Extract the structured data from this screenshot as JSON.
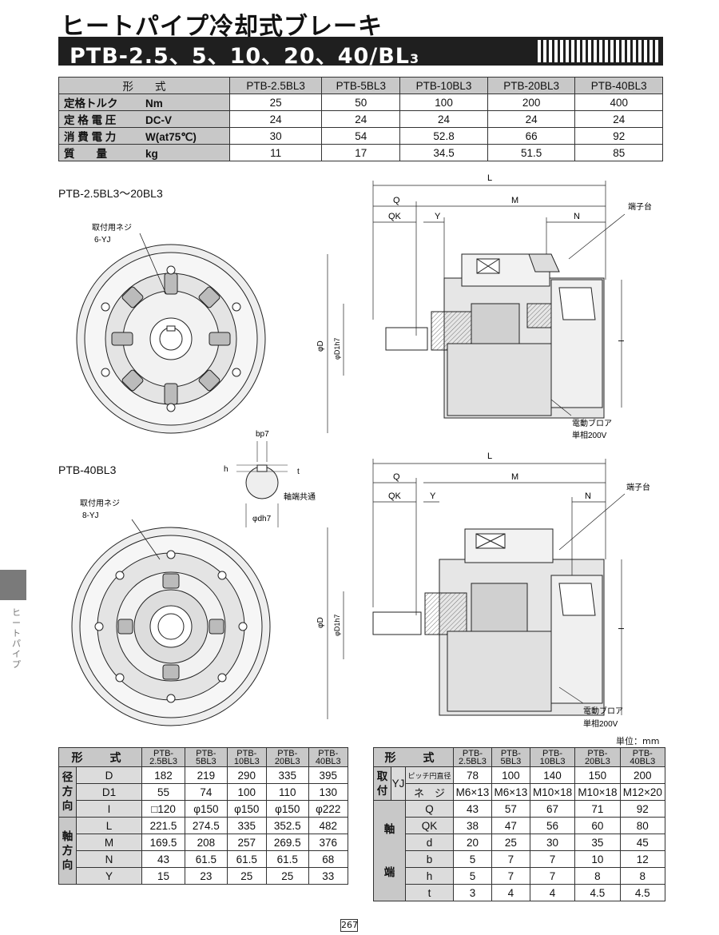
{
  "header": {
    "title": "ヒートパイプ冷却式ブレーキ",
    "model_main": "PTB-2.5、5、10、20、40/BL",
    "model_sub": "3"
  },
  "spec_table": {
    "head_label": "形　　式",
    "models": [
      "PTB-2.5BL3",
      "PTB-5BL3",
      "PTB-10BL3",
      "PTB-20BL3",
      "PTB-40BL3"
    ],
    "rows": [
      {
        "name": "定格トルク",
        "unit": "Nm",
        "values": [
          "25",
          "50",
          "100",
          "200",
          "400"
        ]
      },
      {
        "name": "定 格 電 圧",
        "unit": "DC-V",
        "values": [
          "24",
          "24",
          "24",
          "24",
          "24"
        ]
      },
      {
        "name": "消 費 電 力",
        "unit": "W(at75℃)",
        "values": [
          "30",
          "54",
          "52.8",
          "66",
          "92"
        ]
      },
      {
        "name": "質　　量",
        "unit": "kg",
        "values": [
          "11",
          "17",
          "34.5",
          "51.5",
          "85"
        ]
      }
    ]
  },
  "drawings": {
    "top_title": "PTB-2.5BL3～20BL3",
    "bottom_title": "PTB-40BL3",
    "mount_screw_label": "取付用ネジ",
    "mount_screw_top": "6-YJ",
    "mount_screw_bottom": "8-YJ",
    "terminal_label": "端子台",
    "blower_label": "電動ブロア",
    "blower_spec": "単相200V",
    "shaft_common": "軸端共通",
    "dims": {
      "L": "L",
      "M": "M",
      "Q": "Q",
      "QK": "QK",
      "Y": "Y",
      "N": "N",
      "D": "φD",
      "D1": "φD1h7",
      "I": "I",
      "b": "bp7",
      "h": "h",
      "t": "t",
      "d": "φdh7"
    }
  },
  "unit_note": "単位：mm",
  "dim_left": {
    "head_label": "形　式",
    "models": [
      "PTB-\n2.5BL3",
      "PTB-\n5BL3",
      "PTB-\n10BL3",
      "PTB-\n20BL3",
      "PTB-\n40BL3"
    ],
    "group_radial": "径方向",
    "group_axial": "軸方向",
    "radial": [
      {
        "sym": "D",
        "values": [
          "182",
          "219",
          "290",
          "335",
          "395"
        ]
      },
      {
        "sym": "D1",
        "values": [
          "55",
          "74",
          "100",
          "110",
          "130"
        ]
      },
      {
        "sym": "I",
        "values": [
          "□120",
          "φ150",
          "φ150",
          "φ150",
          "φ222"
        ]
      }
    ],
    "axial": [
      {
        "sym": "L",
        "values": [
          "221.5",
          "274.5",
          "335",
          "352.5",
          "482"
        ]
      },
      {
        "sym": "M",
        "values": [
          "169.5",
          "208",
          "257",
          "269.5",
          "376"
        ]
      },
      {
        "sym": "N",
        "values": [
          "43",
          "61.5",
          "61.5",
          "61.5",
          "68"
        ]
      },
      {
        "sym": "Y",
        "values": [
          "15",
          "23",
          "25",
          "25",
          "33"
        ]
      }
    ]
  },
  "dim_right": {
    "head_label": "形　式",
    "models": [
      "PTB-\n2.5BL3",
      "PTB-\n5BL3",
      "PTB-\n10BL3",
      "PTB-\n20BL3",
      "PTB-\n40BL3"
    ],
    "group_mount": "取付",
    "yj": "YJ",
    "mount": [
      {
        "sym": "ピッチ円直径",
        "values": [
          "78",
          "100",
          "140",
          "150",
          "200"
        ]
      },
      {
        "sym": "ネ　ジ",
        "values": [
          "M6×13",
          "M6×13",
          "M10×18",
          "M10×18",
          "M12×20"
        ]
      }
    ],
    "group_shaft": "軸\n\n\n端",
    "shaft": [
      {
        "sym": "Q",
        "values": [
          "43",
          "57",
          "67",
          "71",
          "92"
        ]
      },
      {
        "sym": "QK",
        "values": [
          "38",
          "47",
          "56",
          "60",
          "80"
        ]
      },
      {
        "sym": "d",
        "values": [
          "20",
          "25",
          "30",
          "35",
          "45"
        ]
      },
      {
        "sym": "b",
        "values": [
          "5",
          "7",
          "7",
          "10",
          "12"
        ]
      },
      {
        "sym": "h",
        "values": [
          "5",
          "7",
          "7",
          "8",
          "8"
        ]
      },
      {
        "sym": "t",
        "values": [
          "3",
          "4",
          "4",
          "4.5",
          "4.5"
        ]
      }
    ]
  },
  "side_tab": "ヒートパイプ",
  "page_number": "267"
}
